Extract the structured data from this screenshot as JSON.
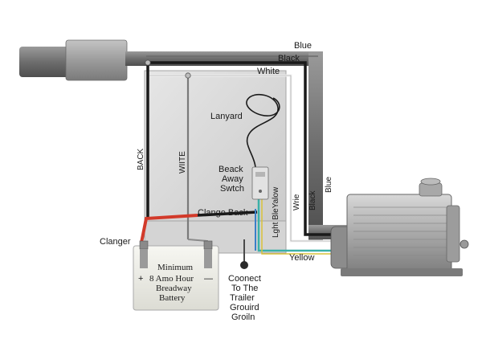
{
  "diagram": {
    "labels": {
      "wire_blue_top": "Blue",
      "wire_black_top": "Black",
      "wire_white_top": "White",
      "lanyard": "Lanyard",
      "breakaway_switch_line1": "Beack",
      "breakaway_switch_line2": "Away",
      "breakaway_switch_line3": "Swtch",
      "wire_black_vertical": "BACK",
      "wire_white_vertical": "WIITE",
      "charge_back": "Clange Back",
      "light_blue_yellow": "Lght BleYalow",
      "white_vertical_right": "Wrie",
      "black_vertical_right": "Black",
      "blue_vertical_right": "Blue",
      "yellow_wire": "Yellow",
      "charger": "Clanger",
      "battery_line1": "Minimum",
      "battery_line2": "8 Amo Hour",
      "battery_line3": "Breadway",
      "battery_line4": "Battery",
      "battery_plus": "+",
      "battery_minus": "—",
      "ground_line1": "Coonect",
      "ground_line2": "To The",
      "ground_line3": "Trailer",
      "ground_line4": "Grouird",
      "ground_line5": "Groiln"
    },
    "colors": {
      "red_wire": "#d23a2a",
      "blue_wire": "#3a7fc8",
      "yellow_wire": "#d9c23a",
      "teal_wire": "#3ab0a8",
      "black_wire": "#1a1a1a",
      "white_wire": "#e8e8e8",
      "housing": "#8c8c8c",
      "panel": "#dcdcdc"
    }
  }
}
